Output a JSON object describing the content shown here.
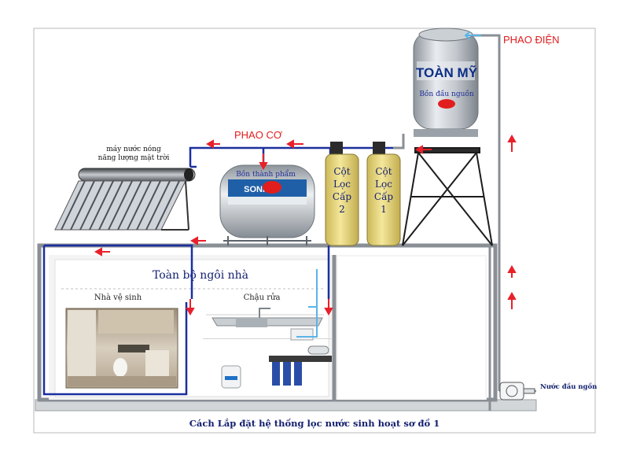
{
  "labels": {
    "phao_dien": "PHAO ĐIỆN",
    "phao_co": "PHAO CƠ",
    "bon_dau_nguon": "Bồn đầu nguồn",
    "bon_thanh_pham": "Bồn thành phẩm",
    "solar_line1": "máy nước nóng",
    "solar_line2": "năng lượng mặt trời",
    "nha_ve_sinh": "Nhà vệ sinh",
    "chau_rua": "Chậu rửa",
    "toan_bo_ngoi_nha": "Toàn bộ ngôi nhà",
    "nuoc_dau_nguon": "Nước đầu ngồn",
    "caption": "Cách Lắp đặt hệ thống lọc nước sinh hoạt sơ đồ 1",
    "tank_brand_big": "TOÀN MỸ",
    "tank_brand_small": "SONHA"
  },
  "filters": [
    {
      "lines": [
        "Cột",
        "Lọc",
        "Cấp",
        "2"
      ]
    },
    {
      "lines": [
        "Cột",
        "Lọc",
        "Cấp",
        "1"
      ]
    }
  ],
  "colors": {
    "pipe_blue": "#1b2f9e",
    "pipe_gray": "#8a8f96",
    "arrow_red": "#e8202a",
    "filter_body": "#e3d37a",
    "text_navy": "#14206e",
    "accent_red": "#e21d1d"
  }
}
